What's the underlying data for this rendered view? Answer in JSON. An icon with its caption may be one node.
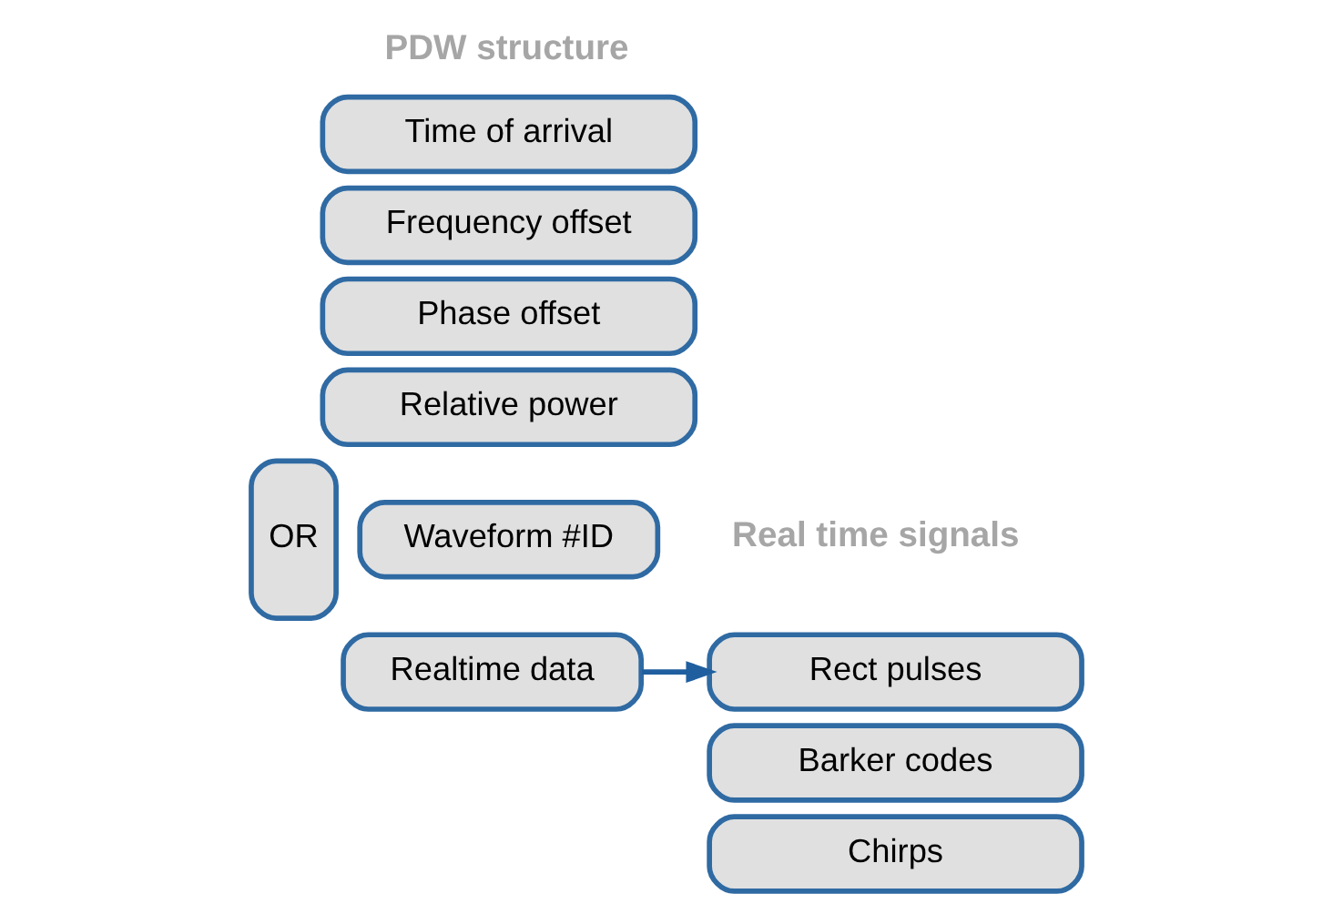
{
  "diagram": {
    "nodes": [
      {
        "text": [
          "Time of arrival"
        ]
      },
      {
        "text": [
          "Frequency offset"
        ]
      },
      {
        "text": [
          "Phase offset"
        ]
      },
      {
        "text": [
          "Relative power"
        ]
      },
      {
        "text": [
          "OR"
        ]
      },
      {
        "text": [
          "Waveform #ID"
        ]
      },
      {
        "text": [
          "Realtime data"
        ]
      },
      {
        "text": [
          "Rect pulses"
        ]
      },
      {
        "text": [
          "Barker codes"
        ]
      },
      {
        "text": [
          "Chirps"
        ]
      }
    ],
    "edges": [
      {
        "from": 6,
        "to": 7,
        "arrow": "to"
      }
    ],
    "labels": [
      "PDW structure",
      "Real time signals"
    ]
  }
}
